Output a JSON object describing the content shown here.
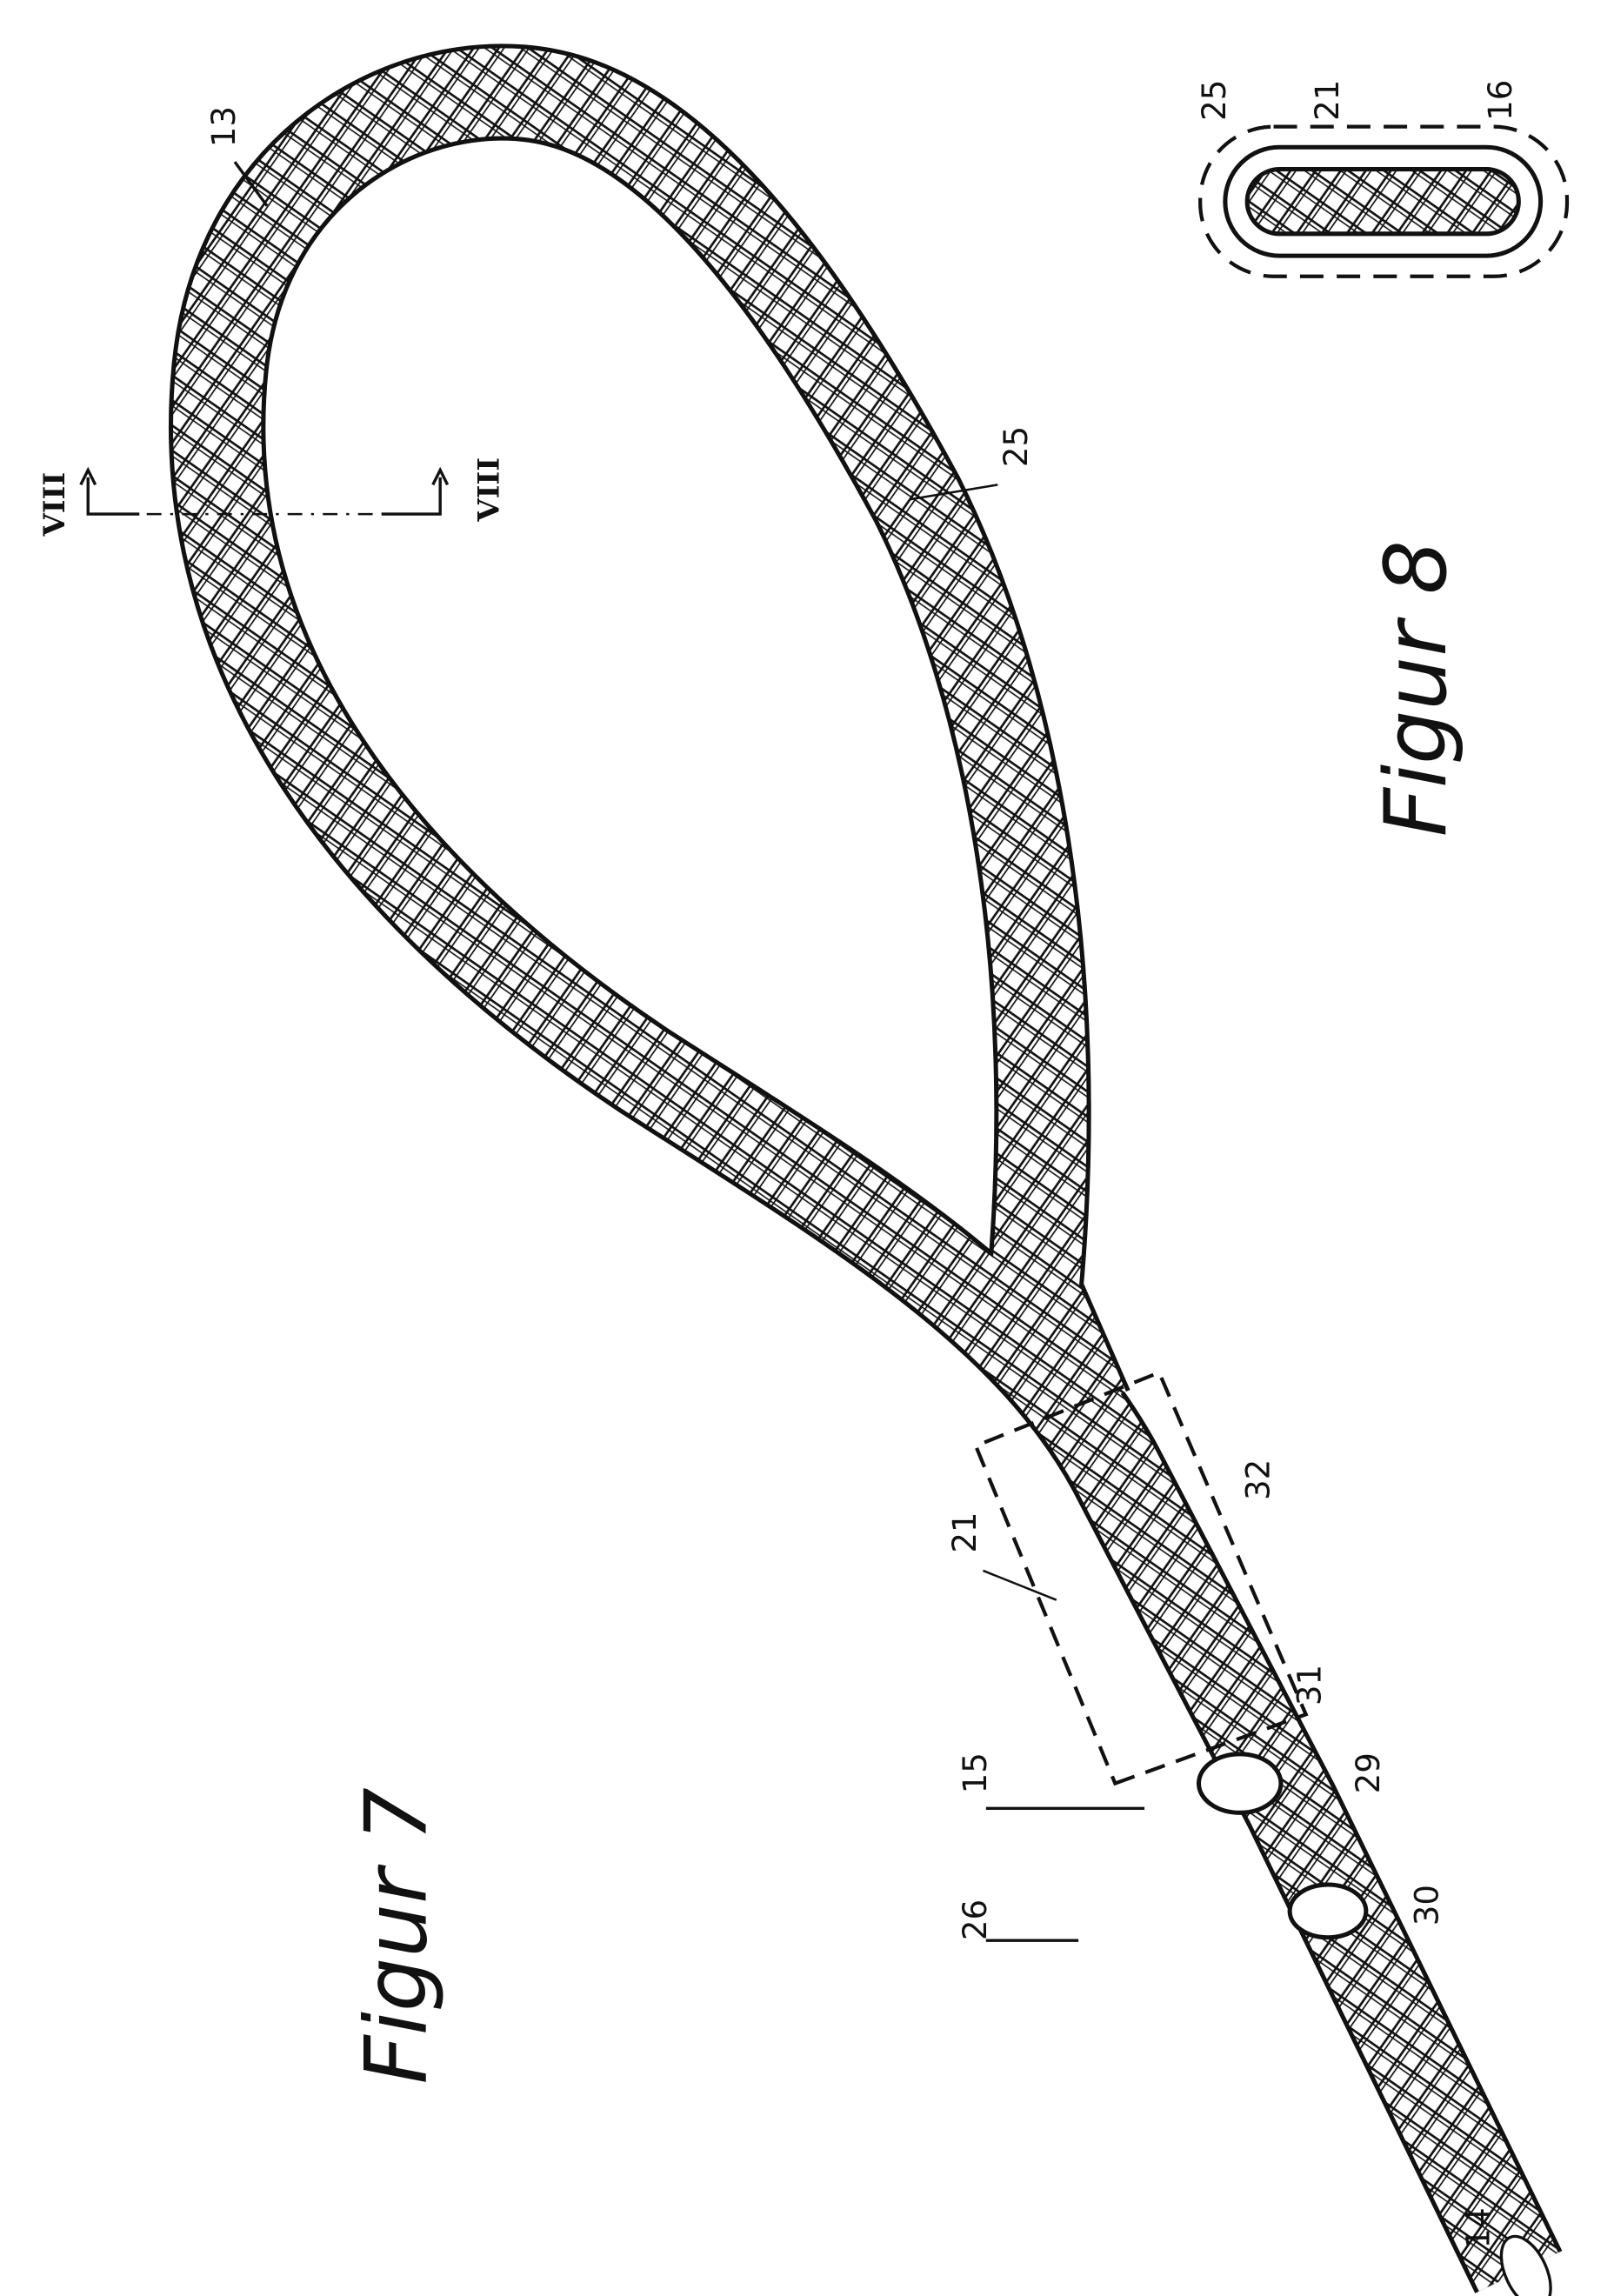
{
  "figure7": {
    "caption": "Figur 7",
    "labels": {
      "l13": "13",
      "l25": "25",
      "l32": "32",
      "l21": "21",
      "l31": "31",
      "l15": "15",
      "l29": "29",
      "l30": "30",
      "l26": "26",
      "l14": "14"
    },
    "section_marks": {
      "top": "VIII",
      "bottom": "VIII"
    }
  },
  "figure8": {
    "caption": "Figur 8",
    "labels": {
      "l25": "25",
      "l21": "21",
      "l16": "16"
    }
  }
}
